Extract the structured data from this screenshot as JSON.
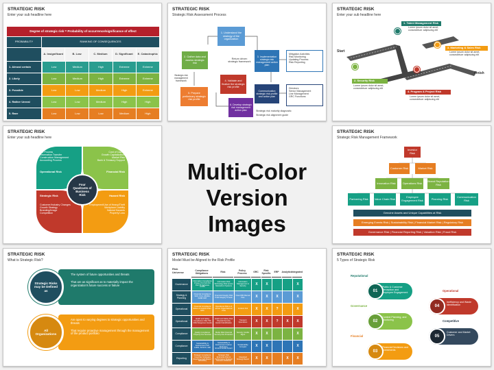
{
  "center_text": {
    "line1": "Multi-Color",
    "line2": "Version Images"
  },
  "slides": {
    "s1": {
      "title": "STRATEGIC RISK",
      "subtitle": "Enter your sub headline here",
      "banner": "Degree of strategic risk = Probability of occurrence/significance of effect",
      "probability_label": "PROBABILITY",
      "ranking_label": "RANKING OF CONSEQUENCES",
      "columns": [
        "A. Insignificant",
        "B. Low",
        "C. Medium",
        "D. Significant",
        "E. Catastrophic"
      ],
      "rows": [
        {
          "label": "1. Almost certain",
          "cells": [
            "Low",
            "Medium",
            "High",
            "Extreme",
            "Extreme"
          ]
        },
        {
          "label": "2. Likely",
          "cells": [
            "Low",
            "Medium",
            "High",
            "Extreme",
            "Extreme"
          ]
        },
        {
          "label": "3. Possible",
          "cells": [
            "Low",
            "Low",
            "Medium",
            "High",
            "Extreme"
          ]
        },
        {
          "label": "4. Rather Unreal",
          "cells": [
            "Low",
            "Low",
            "Medium",
            "High",
            "High"
          ]
        },
        {
          "label": "5. Rare",
          "cells": [
            "Low",
            "Low",
            "Low",
            "Medium",
            "High"
          ]
        }
      ]
    },
    "s2": {
      "title": "STRATEGIC RISK",
      "subtitle": "Strategic Risk Assessment Process",
      "steps": [
        "1. Understand the strategy of the organization",
        "2. Gather data and assess strategic risk",
        "3. Implementation strategic risk management action plan",
        "4. Validate and finalize the strategic risk profile",
        "5. Prepare preliminary strategic risk profile",
        "6. Develop strategic risk management action plan",
        "Communication strategic risk profile and action plan"
      ],
      "center": "Return driven strategic framework",
      "left_note": "Strategic risk management framework",
      "box_a": [
        "Mitigation Activities",
        "Risk Monitoring",
        "Updating Process",
        "Risk Reporting"
      ],
      "box_b": [
        "Directors",
        "Senior Management",
        "Line Management",
        "GRC Functions"
      ],
      "bullets": [
        "Strategic risk maturity diagnostic",
        "Strategic risk alignment guide"
      ]
    },
    "s3": {
      "title": "STRATEGIC RISK",
      "subtitle": "Enter your sub headline here",
      "start": "Start",
      "finish": "Finish",
      "items": [
        "1. Talent Management Risk",
        "2. Security Risk",
        "3. Marketing & Sales Risk",
        "4. Program & Project Risk"
      ],
      "lorem": "Lorem ipsum dolor sit amet, consectetuer adipiscing elit"
    },
    "s4": {
      "title": "STRATEGIC RISK",
      "subtitle": "Enter your sub headline here",
      "center": "Four Quadrants of Business Risk",
      "quadrants": [
        {
          "name": "Operational Risk",
          "items": [
            "Bid Process",
            "Information Transfer",
            "Construction Management",
            "Accounting Process"
          ]
        },
        {
          "name": "Financial Risk",
          "items": [
            "Cost of Capital",
            "Growth Capitalization",
            "Market Risk",
            "Bank & Treasury Support"
          ]
        },
        {
          "name": "Strategic Risk",
          "items": [
            "Customer/Industry Changes",
            "Growth Strategy",
            "Branding/Image",
            "Competition"
          ]
        },
        {
          "name": "Hazard Risk",
          "items": [
            "Employment/Use of Heavy/Theft",
            "Workplace Liability",
            "Natural Hazards",
            "Property Loss"
          ]
        }
      ]
    },
    "s5": {
      "title": "STRATEGIC RISK",
      "subtitle": "Strategic Risk Management Framework",
      "levels": [
        [
          "Investor Risk"
        ],
        [
          "Customer Risk",
          "Market Risk"
        ],
        [
          "Innovation Risk",
          "Operations Risk",
          "Brand Reputation Risk"
        ],
        [
          "Partnering Risk",
          "Value Chain Risk",
          "Employee Engagement Risk",
          "Planning Risk",
          "Communication Risk"
        ]
      ],
      "bars": [
        "Genuine Assets and Unique Capabilities at Risk",
        "Emerging Events Risk | Sustainability Risk | Financial Market Risk | Regulatory Risk",
        "Governance Risk | Financial Reporting Risk | Valuation Risk | Fraud Risk"
      ]
    },
    "s6": {
      "title": "STRATEGIC RISK",
      "subtitle": "What is Strategic Risk?",
      "c1": "Strategic Risks may be Defined as",
      "t1": [
        "The system of future opportunities and threats",
        "That are as significant as to materially impact the organization's future success or failure"
      ],
      "c2": "All Organizations",
      "t2": [
        "Are open to varying degrees to strategic opportunities and threats",
        "That require proactive management through the management of the product portfolio"
      ]
    },
    "s7": {
      "title": "STRATEGIC RISK",
      "subtitle": "Model Must be Aligned to the Risk Profile",
      "corner": "Risk Universe",
      "headers": [
        "Compliance Obligations",
        "Risk",
        "Policy Process",
        "GRC",
        "Risk Specific",
        "ERP",
        "Analytics",
        "Integrated"
      ],
      "rows": [
        {
          "label": "Governance",
          "c1": "Information Compliance Privacy PCI ISO PCI Part 46 Sarbanes ACMS",
          "c2": "Information Risk Technology Risk across Networks & Systems",
          "c3": "Information Management & Security",
          "marks": [
            "X",
            "X",
            "",
            "",
            "X"
          ]
        },
        {
          "label": "Strategy & Planning",
          "c1": "Financial Compliance SOX, FCA, ASFMA, FASB ORT",
          "c2": "Financial Integrity Risk Profit Integrity Threats",
          "c3": "Fraud RM Manual Plan",
          "marks": [
            "X",
            "X",
            "X",
            "",
            "X"
          ]
        },
        {
          "label": "Operational",
          "c1": "Financial Compliance Ethics & Conduct Plan-GRC",
          "c2": "Operational Risk to & across Organizational Units",
          "c3": "Incident Poli",
          "marks": [
            "X",
            "X",
            "?",
            "",
            "X"
          ]
        },
        {
          "label": "Operational",
          "c1": "Health and Safety Compliance OSH TSF CDE Dangerous Goods",
          "c2": "Health and Safety Risk Physical Security Hazard Identification",
          "c3": "Transport Operations",
          "marks": [
            "X",
            "X",
            "?",
            "X",
            "X"
          ]
        },
        {
          "label": "Compliance",
          "c1": "Quality Compliance Property Fire Services",
          "c2": "Model Risk Financial Security Fire Protection",
          "c3": "Security Credits Mgmt",
          "marks": [
            "X",
            "X",
            "",
            "",
            "X"
          ]
        },
        {
          "label": "Compliance",
          "c1": "Sustainability & Environment ISO 14001, SUSCO, GRI",
          "c2": "Sustainability & Environment Carbon Reduction, Environmental Impact",
          "c3": "Sustainability Compact",
          "marks": [
            "X",
            "X",
            "",
            "",
            "X"
          ]
        },
        {
          "label": "Reporting",
          "c1": "Strategic Compliance Corporate Strategies Reporting Audit Board / Subsidiary",
          "c2": "Strategic Risk Enterprise Risk to Performance Strategic Scenario Initiatives",
          "c3": "Integrated Strategy Report",
          "marks": [
            "X",
            "X",
            "",
            "X",
            "X"
          ]
        }
      ]
    },
    "s8": {
      "title": "STRATEGIC RISK",
      "subtitle": "5 Types of Strategic Risk",
      "items": [
        {
          "num": "01",
          "head": "Reputational",
          "text": "Public & Customer Perception and Employee Engagement"
        },
        {
          "num": "02",
          "head": "Governance",
          "text": "Context Planning, and Monitoring"
        },
        {
          "num": "03",
          "head": "Financial",
          "text": "Financial Decisions and Investments"
        },
        {
          "num": "04",
          "head": "Operational",
          "text": "Inefficiency and Waste Identification"
        },
        {
          "num": "05",
          "head": "Competitive",
          "text": "Customer and Market Drivers"
        }
      ]
    }
  }
}
